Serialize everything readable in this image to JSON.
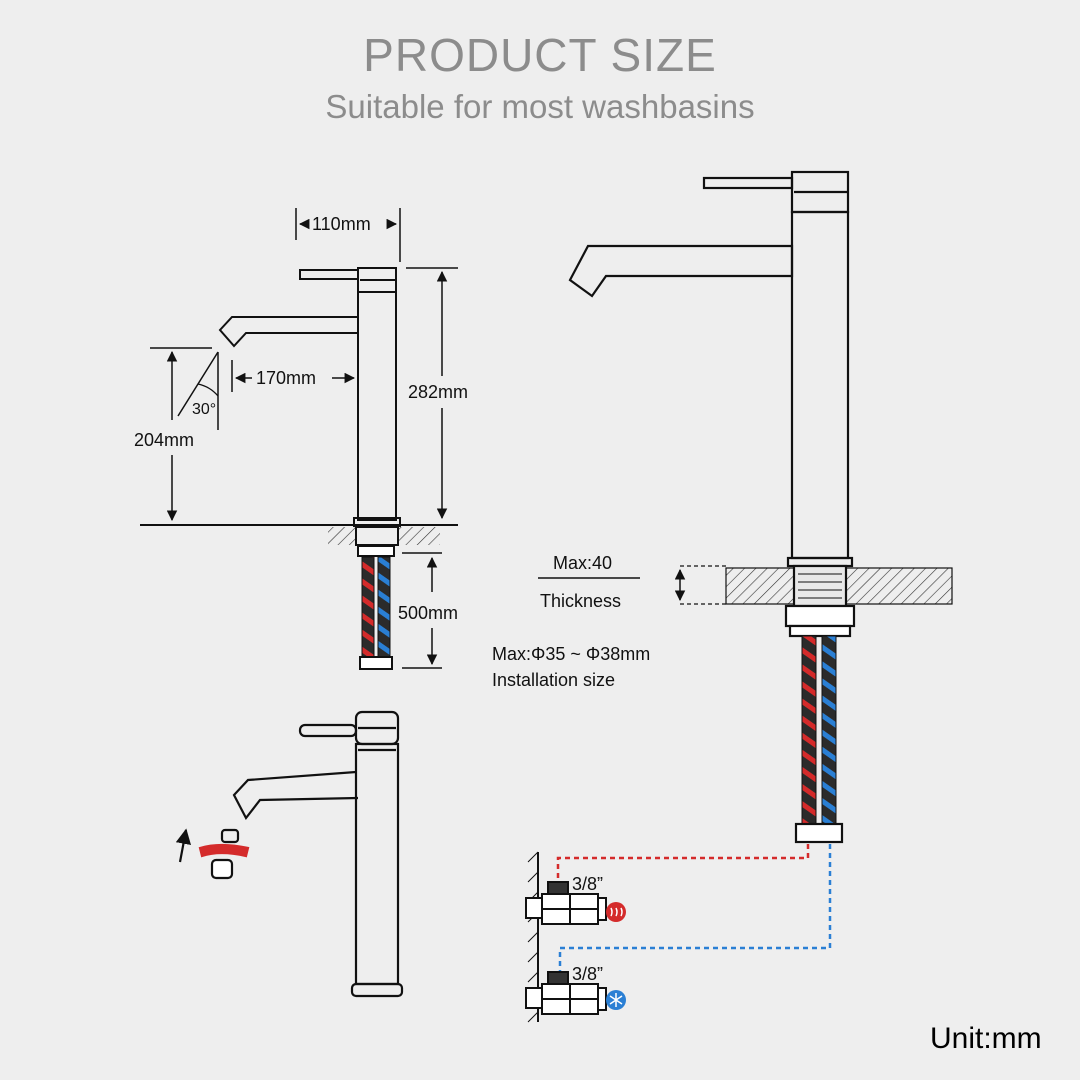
{
  "header": {
    "title": "PRODUCT SIZE",
    "subtitle": "Suitable for most washbasins"
  },
  "dimensions": {
    "width": "110mm",
    "spout": "170mm",
    "height": "282mm",
    "clearance": "204mm",
    "angle": "30°",
    "hose": "500mm"
  },
  "installation": {
    "thickness_value": "Max:40",
    "thickness_label": "Thickness",
    "hole_value": "Max:Φ35 ~ Φ38mm",
    "hole_label": "Installation size"
  },
  "valves": {
    "hot_size": "3/8”",
    "cold_size": "3/8”"
  },
  "footer": {
    "unit": "Unit:mm"
  },
  "colors": {
    "hot": "#d42b2b",
    "cold": "#2a7fd4",
    "line": "#111111"
  }
}
